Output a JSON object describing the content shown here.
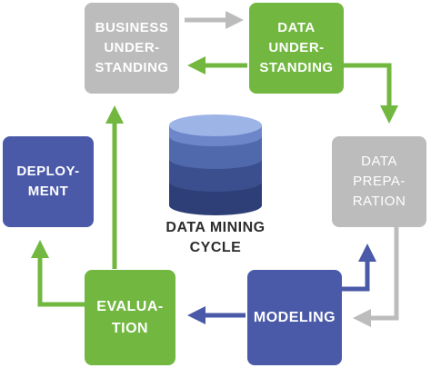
{
  "diagram": {
    "center": {
      "line1": "DATA MINING",
      "line2": "CYCLE"
    },
    "stages": {
      "business": "BUSINESS\nUNDER-\nSTANDING",
      "data_understanding": "DATA\nUNDER-\nSTANDING",
      "data_preparation": "DATA\nPREPA-\nRATION",
      "modeling": "MODELING",
      "evaluation": "EVALUA-\nTION",
      "deployment": "DEPLOY-\nMENT"
    },
    "colors": {
      "grey": "#bcbcbc",
      "green": "#72b840",
      "navy": "#4a5aa8"
    }
  }
}
